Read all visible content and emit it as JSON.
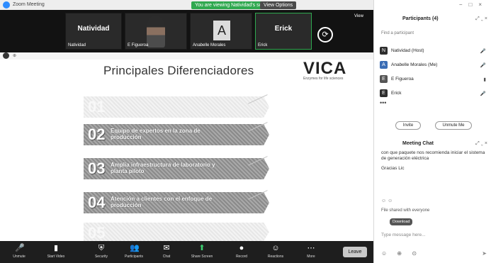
{
  "window": {
    "title": "Zoom Meeting"
  },
  "share_notice": "You are viewing Natividad's screen",
  "view_options": "View Options",
  "gallery": {
    "tiles": [
      {
        "label": "Natividad",
        "name": "Natividad"
      },
      {
        "label": "",
        "name": "E Figueroa"
      },
      {
        "label": "A",
        "name": "Anabelle Morales"
      },
      {
        "label": "Erick",
        "name": "Erick"
      }
    ],
    "view_label": "View"
  },
  "slide": {
    "title": "Principales Diferenciadores",
    "logo": {
      "brand": "VICA",
      "tagline": "Enzymes for life sciences"
    },
    "items": [
      {
        "num": "01",
        "text": "",
        "faded": true
      },
      {
        "num": "02",
        "text": "Equipo de expertos en la zona de producción",
        "faded": false
      },
      {
        "num": "03",
        "text": "Amplia infraestructura de laboratorio y planta piloto",
        "faded": false
      },
      {
        "num": "04",
        "text": "Atención a clientes con el enfoque de producción",
        "faded": false
      },
      {
        "num": "05",
        "text": "",
        "faded": true
      }
    ]
  },
  "toolbar": {
    "buttons": [
      {
        "icon": "🎤",
        "label": "Unmute"
      },
      {
        "icon": "▮",
        "label": "Start Video"
      },
      {
        "icon": "⛨",
        "label": "Security"
      },
      {
        "icon": "👥",
        "label": "Participants"
      },
      {
        "icon": "✉",
        "label": "Chat"
      },
      {
        "icon": "⬆",
        "label": "Share Screen"
      },
      {
        "icon": "●",
        "label": "Record"
      },
      {
        "icon": "☺",
        "label": "Reactions"
      },
      {
        "icon": "⋯",
        "label": "More"
      }
    ],
    "leave": "Leave"
  },
  "panel": {
    "participants_title": "Participants (4)",
    "find_placeholder": "Find a participant",
    "participants": [
      {
        "initial": "N",
        "name": "Natividad (Host)",
        "color": "#2d2d2d"
      },
      {
        "initial": "A",
        "name": "Anabelle Morales (Me)",
        "color": "#3a6db5"
      },
      {
        "initial": "E",
        "name": "E Figueroa",
        "color": "#555555"
      },
      {
        "initial": "E",
        "name": "Erick",
        "color": "#2d2d2d"
      }
    ],
    "invite": "Invite",
    "unmute_me": "Unmute Me",
    "chat_title": "Meeting Chat",
    "messages": [
      "con que paquete nos recomienda iniciar el sistema de generación eléctrica",
      "Gracias Lic"
    ],
    "reacts": "☺ ☺",
    "file_line": "File shared with everyone",
    "chip": "Download",
    "input_placeholder": "Type message here...",
    "tools": "☺ ⊕ ⊙"
  }
}
